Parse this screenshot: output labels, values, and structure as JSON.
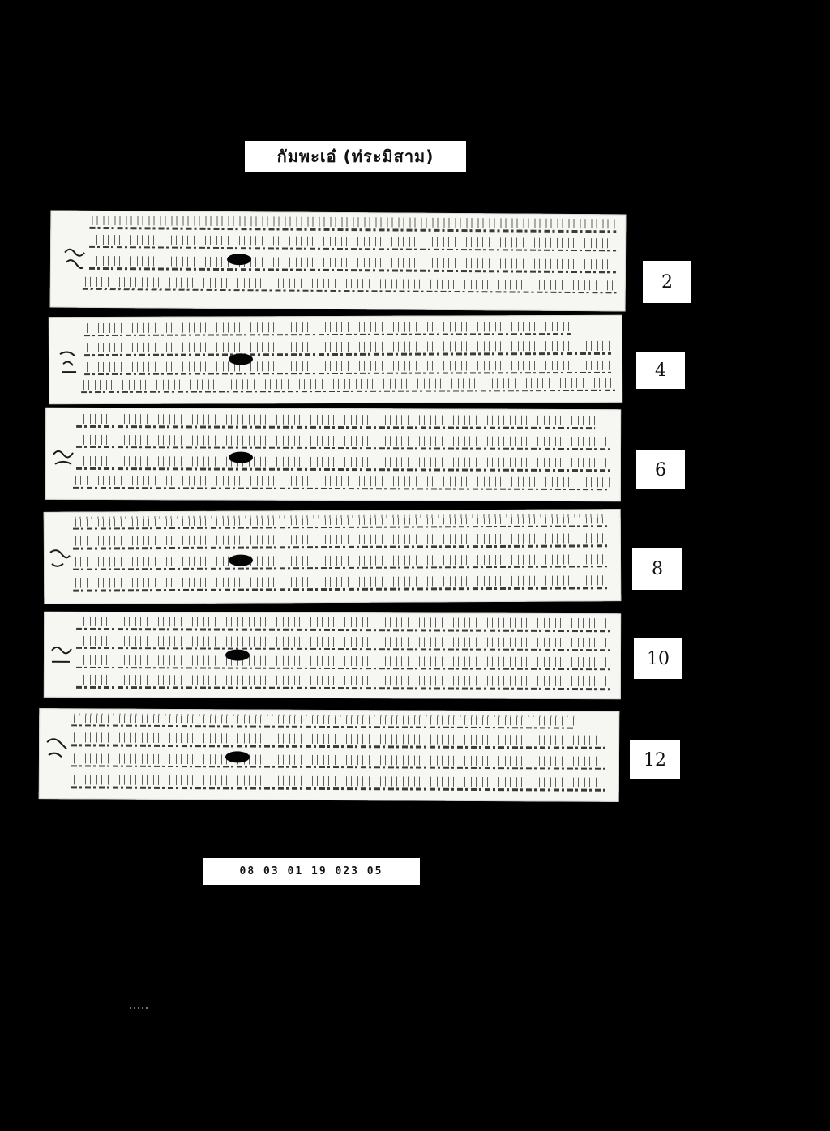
{
  "document": {
    "title_label": "กัมพะเอ๋ (ท่ระมิสาม)",
    "catalog_number": "08 03 01 19 023 05"
  },
  "leaves": [
    {
      "page_number": "2"
    },
    {
      "page_number": "4"
    },
    {
      "page_number": "6"
    },
    {
      "page_number": "8"
    },
    {
      "page_number": "10"
    },
    {
      "page_number": "12"
    }
  ],
  "colors": {
    "background": "#000000",
    "leaf": "#f6f6f2",
    "ink": "#1a1a1a"
  }
}
